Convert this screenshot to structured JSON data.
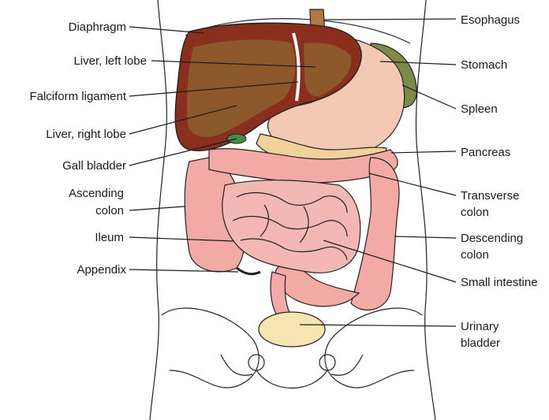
{
  "labels": {
    "diaphragm": "Diaphragm",
    "liver_left_lobe": "Liver, left lobe",
    "falciform_ligament": "Falciform ligament",
    "liver_right_lobe": "Liver, right lobe",
    "gall_bladder": "Gall bladder",
    "ascending_colon_1": "Ascending",
    "ascending_colon_2": "colon",
    "ileum": "Ileum",
    "appendix": "Appendix",
    "esophagus": "Esophagus",
    "stomach": "Stomach",
    "spleen": "Spleen",
    "pancreas": "Pancreas",
    "transverse_colon_1": "Transverse",
    "transverse_colon_2": "colon",
    "descending_colon_1": "Descending",
    "descending_colon_2": "colon",
    "small_intestine": "Small intestine",
    "urinary_bladder_1": "Urinary",
    "urinary_bladder_2": "bladder"
  },
  "colors": {
    "liver": "#8a2f1e",
    "liver_inner": "#8c5a2a",
    "stomach": "#f3c9b6",
    "spleen": "#7c8a4a",
    "intestine": "#f4b8b4",
    "colon": "#f3a9a4",
    "pancreas": "#f2d29a",
    "bladder": "#f7e4b0",
    "esophagus": "#b07a45",
    "gall_bladder": "#3f8f3f"
  }
}
